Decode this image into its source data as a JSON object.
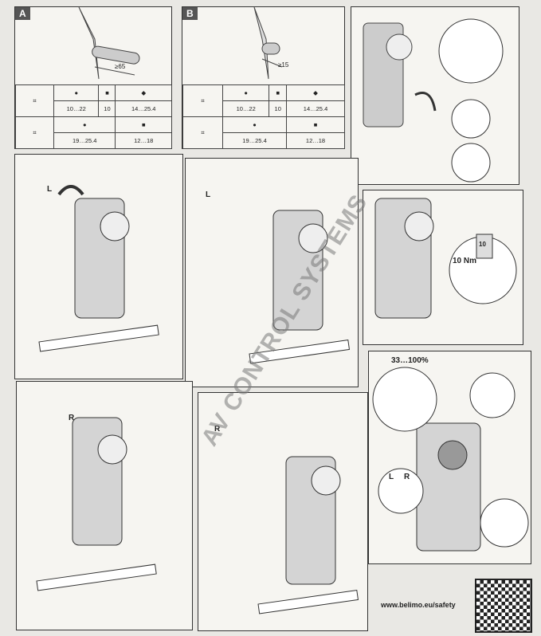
{
  "panel_a": {
    "tag": "A",
    "dim": "≥65",
    "table": {
      "row1": [
        "10…22",
        "10",
        "14…25.4"
      ],
      "row2": [
        "19…25.4",
        "12…18"
      ]
    }
  },
  "panel_b": {
    "tag": "B",
    "dim": "≥15",
    "table": {
      "row1": [
        "10…22",
        "10",
        "14…25.4"
      ],
      "row2": [
        "19…25.4",
        "12…18"
      ]
    }
  },
  "rotation": {
    "left": "L",
    "right": "R"
  },
  "torque": {
    "value": "10 Nm",
    "socket": "10"
  },
  "adjust": {
    "range": "33…100%",
    "l": "L",
    "r": "R"
  },
  "watermark": "AV CONTROL SYSTEMS",
  "footer": {
    "url": "www.belimo.eu/safety"
  }
}
